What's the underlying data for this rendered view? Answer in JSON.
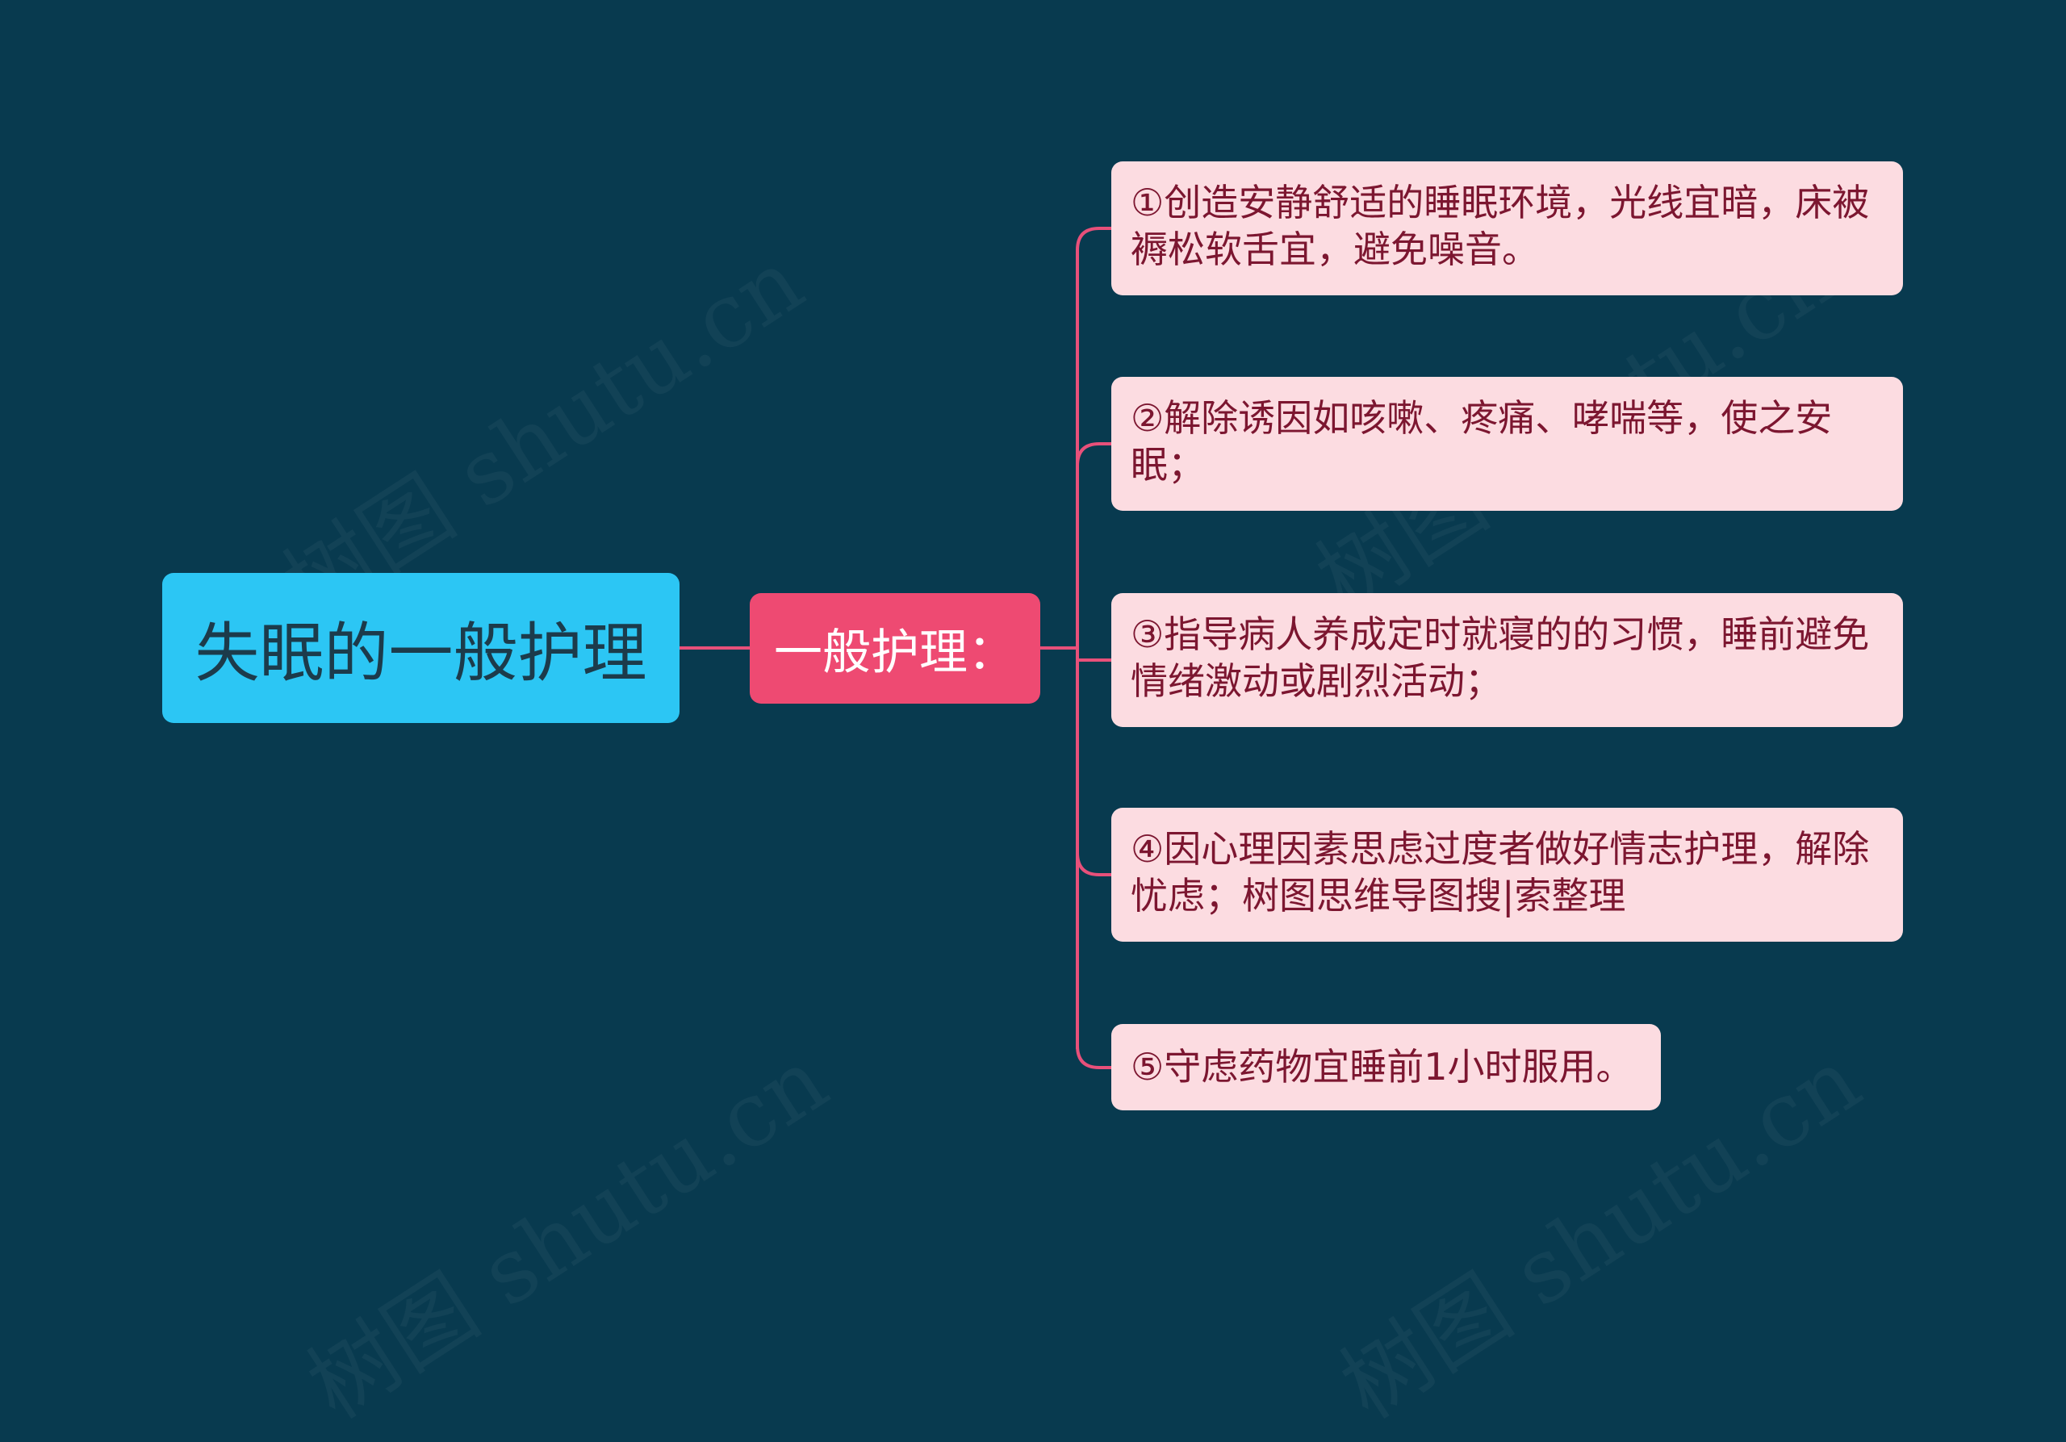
{
  "watermark": "树图 shutu.cn",
  "colors": {
    "background": "#083a4f",
    "root_fill": "#2cc6f4",
    "mid_fill": "#ee4a72",
    "leaf_fill": "#fcdce1",
    "connector": "#e8507a"
  },
  "root": {
    "label": "失眠的一般护理"
  },
  "branch": {
    "label": "一般护理："
  },
  "items": [
    {
      "text": "①创造安静舒适的睡眠环境，光线宜暗，床被褥松软舌宜，避免噪音。"
    },
    {
      "text": "②解除诱因如咳嗽、疼痛、哮喘等，使之安眠；"
    },
    {
      "text": "③指导病人养成定时就寝的的习惯，睡前避免情绪激动或剧烈活动；"
    },
    {
      "text": "④因心理因素思虑过度者做好情志护理，解除忧虑；树图思维导图搜|索整理"
    },
    {
      "text": "⑤守虑药物宜睡前1小时服用。"
    }
  ]
}
